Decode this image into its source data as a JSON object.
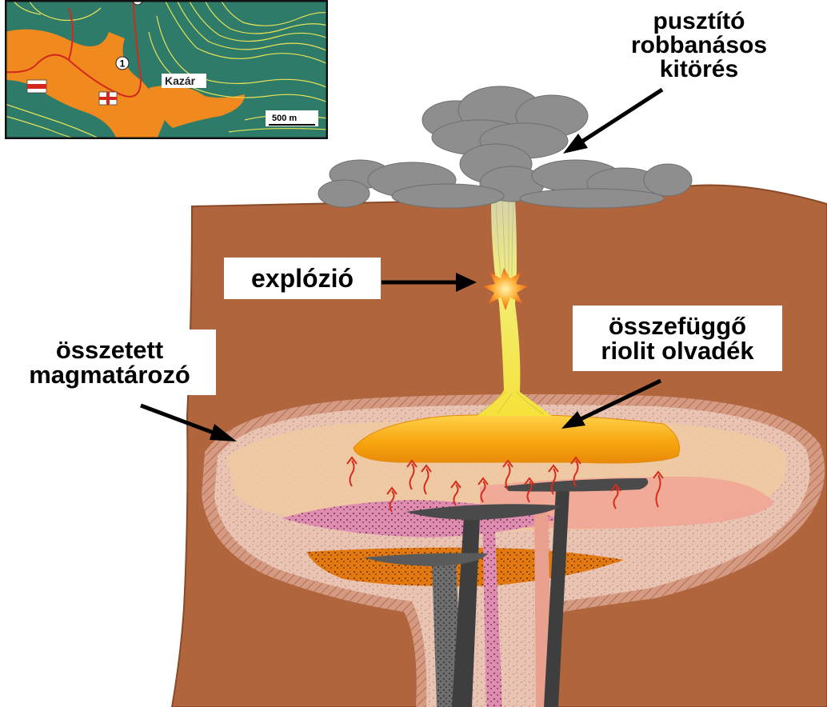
{
  "map_inset": {
    "place_label": "Kazár",
    "scale_label": "500 m",
    "marker_number": "1"
  },
  "labels": {
    "eruption": [
      "pusztító",
      "robbanásos",
      "kitörés"
    ],
    "explosion": "explózió",
    "melt": [
      "összefüggő",
      "riolit olvadék"
    ],
    "chamber": [
      "összetett",
      "magmatározó"
    ]
  },
  "colors": {
    "crust": "#b0653c",
    "ash_cloud": "#8e8e8e",
    "melt": "#f5a20c",
    "chamber_outer": "#e7c9b8",
    "dike": "#4a4a4a",
    "map_bg": "#2f7b6a",
    "map_orange": "#f08a1e",
    "contour": "#e8e357"
  }
}
